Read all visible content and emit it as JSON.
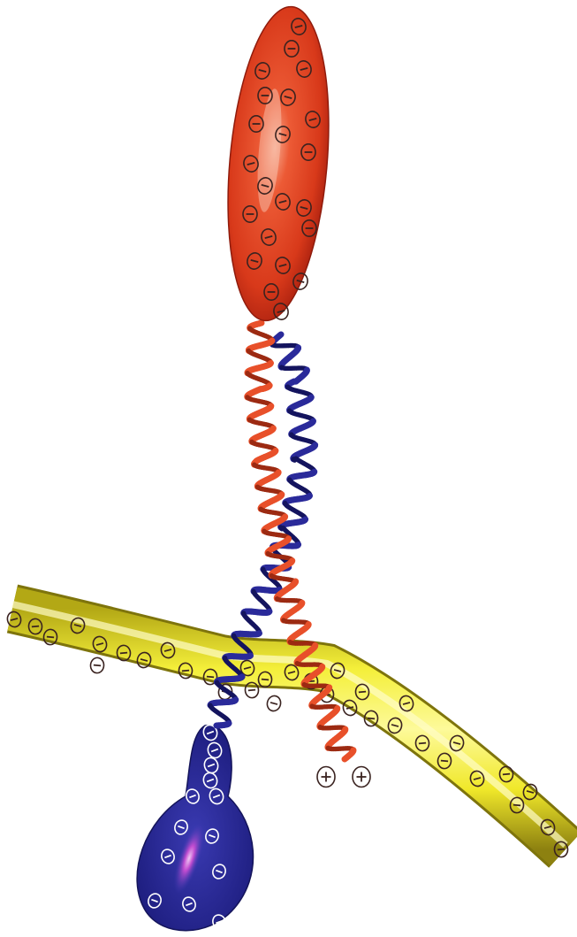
{
  "diagram": {
    "colors": {
      "background": "#ffffff",
      "red_domain": "#e0401f",
      "red_domain_dark": "#b42411",
      "red_helix": "#e8502a",
      "blue_helix": "#2a2a9a",
      "blue_domain": "#27289a",
      "blue_domain_highlight": "#b44ac8",
      "yellow_fiber": "#f2ec2a",
      "yellow_fiber_dark": "#9a8f10",
      "charge_ring_dark": "#3a2320",
      "charge_ring_light": "#ffffff"
    },
    "symbols": {
      "negative": "−",
      "positive": "+"
    },
    "counts": {
      "red_domain_negative_charges": 22,
      "yellow_fiber_negative_charges": 34,
      "blue_domain_negative_charges": 8,
      "blue_stalk_negative_charges": 5,
      "positive_charges": 2
    },
    "icons": [
      "red-ellipsoid-domain",
      "red-coiled-helix",
      "blue-coiled-helix",
      "yellow-fiber",
      "blue-ellipsoid-domain",
      "negative-charge-icon",
      "positive-charge-icon"
    ]
  }
}
